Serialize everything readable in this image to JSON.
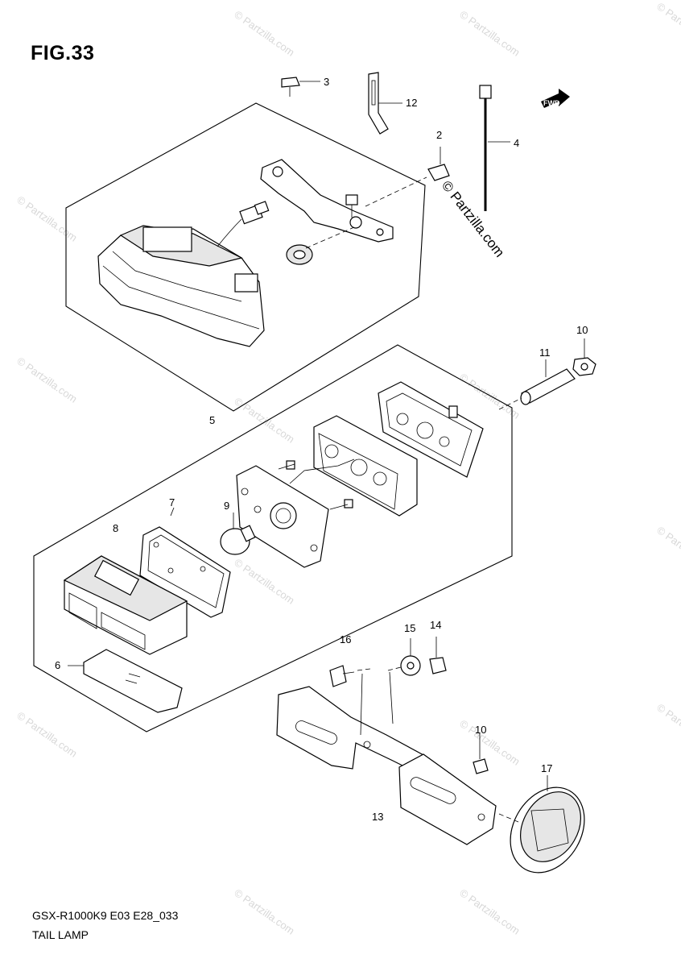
{
  "figure": {
    "title": "FIG.33",
    "code": "GSX-R1000K9 E03 E28_033",
    "name": "TAIL LAMP"
  },
  "watermark": {
    "text": "© Partzilla.com"
  },
  "fwd_marker": {
    "text": "FWD"
  },
  "callouts": [
    {
      "number": "3"
    },
    {
      "number": "12"
    },
    {
      "number": "2"
    },
    {
      "number": "4"
    },
    {
      "number": "10"
    },
    {
      "number": "11"
    },
    {
      "number": "5"
    },
    {
      "number": "7"
    },
    {
      "number": "8"
    },
    {
      "number": "9"
    },
    {
      "number": "6"
    },
    {
      "number": "16"
    },
    {
      "number": "15"
    },
    {
      "number": "14"
    },
    {
      "number": "10"
    },
    {
      "number": "17"
    },
    {
      "number": "13"
    }
  ]
}
